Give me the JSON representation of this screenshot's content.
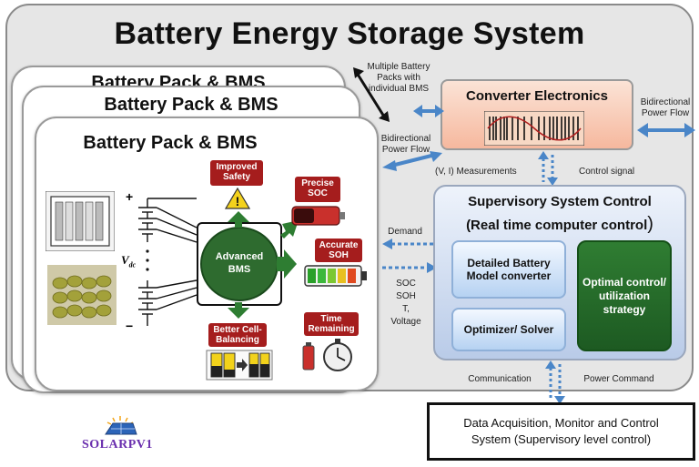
{
  "title": "Battery Energy Storage System",
  "pack": {
    "title": "Battery Pack & BMS",
    "bms_label": "Advanced BMS",
    "vdc": "V",
    "vdc_sub": "dc",
    "plus": "+",
    "minus": "−",
    "features": {
      "safety": "Improved Safety",
      "soc": "Precise SOC",
      "soh": "Accurate SOH",
      "time": "Time Remaining",
      "balancing": "Better Cell-Balancing"
    }
  },
  "labels": {
    "multiple_packs": "Multiple Battery Packs with individual BMS",
    "bidir_left": "Bidirectional Power Flow",
    "bidir_right": "Bidirectional Power Flow",
    "measurements": "(V, I) Measurements",
    "control_signal": "Control signal",
    "demand": "Demand",
    "soc": "SOC",
    "soh": "SOH",
    "t": "T,",
    "voltage": "Voltage",
    "communication": "Communication",
    "power_command": "Power Command"
  },
  "converter": {
    "title": "Converter Electronics"
  },
  "supervisory": {
    "title": "Supervisory System Control",
    "subtitle": "(Real time computer control",
    "paren": ")",
    "model": "Detailed Battery Model converter",
    "optimizer": "Optimizer/ Solver",
    "optimal": "Optimal control/ utilization strategy"
  },
  "daq": {
    "line1": "Data Acquisition, Monitor and Control",
    "line2": "System (Supervisory level control)"
  },
  "logo": {
    "text": "SOLARPV1"
  },
  "colors": {
    "bms_green": "#2e7d32",
    "arrow_blue": "#4a86c8",
    "label_red": "#a51d1d"
  }
}
